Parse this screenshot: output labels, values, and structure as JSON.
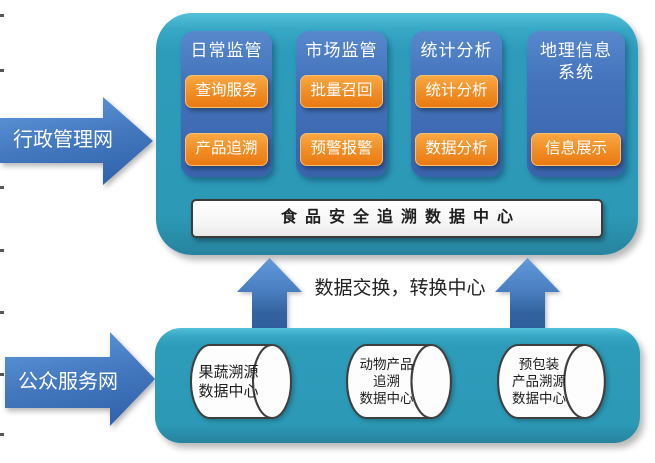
{
  "palette": {
    "panel_teal": "#2d9cba",
    "column_blue": "#4473bb",
    "button_orange": "#f08c24",
    "arrow_blue": "#4479c0",
    "bar_background": "#ffffff",
    "outline_dark": "#3b3b3b"
  },
  "left_arrows": {
    "admin_network": "行政管理网",
    "public_network": "公众服务网"
  },
  "top_panel": {
    "columns": [
      {
        "title": "日常监管",
        "buttons": [
          "查询服务",
          "产品追溯"
        ]
      },
      {
        "title": "市场监管",
        "buttons": [
          "批量召回",
          "预警报警"
        ]
      },
      {
        "title": "统计分析",
        "buttons": [
          "统计分析",
          "数据分析"
        ]
      },
      {
        "title": "地理信息系统",
        "buttons": [
          "信息展示"
        ]
      }
    ],
    "data_center_bar": "食品安全追溯数据中心"
  },
  "exchange": {
    "label": "数据交换，转换中心"
  },
  "bottom_panel": {
    "cylinders": [
      {
        "lines": [
          "果蔬溯源",
          "数据中心"
        ]
      },
      {
        "lines": [
          "动物产品",
          "追溯",
          "数据中心"
        ]
      },
      {
        "lines": [
          "预包装",
          "产品溯源",
          "数据中心"
        ]
      }
    ]
  }
}
